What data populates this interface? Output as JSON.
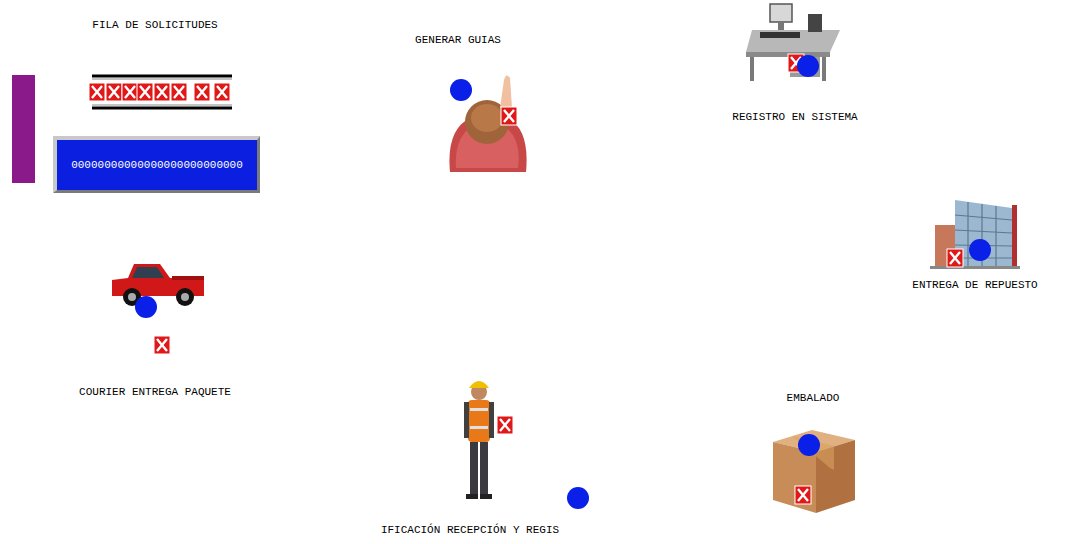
{
  "diagram": {
    "nodes": [
      {
        "text": [
          "FILA DE SOLICITUDES"
        ]
      },
      {
        "text": [
          "00000000000000000000000000"
        ]
      },
      {
        "text": [
          "GENERAR GUIAS"
        ]
      },
      {
        "text": [
          "REGISTRO EN SISTEMA"
        ]
      },
      {
        "text": [
          "ENTREGA DE REPUESTO"
        ]
      },
      {
        "text": [
          "COURIER ENTREGA PAQUETE"
        ]
      },
      {
        "text": [
          "EMBALADO"
        ]
      },
      {
        "text": [
          "IFICACIÓN RECEPCIÓN Y REGIS"
        ]
      }
    ]
  }
}
